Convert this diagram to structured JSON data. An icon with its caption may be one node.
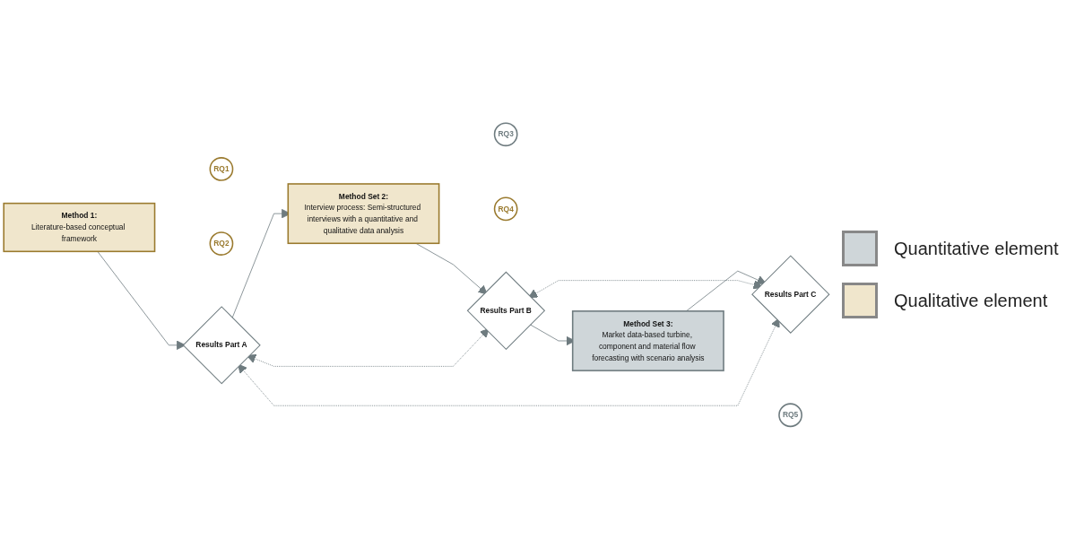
{
  "diagram": {
    "nodes": [
      {
        "text": [
          "Method 1:",
          "Literature-based conceptual framework"
        ]
      },
      {
        "text": [
          "RQ1"
        ]
      },
      {
        "text": [
          "RQ2"
        ]
      },
      {
        "text": [
          "Results Part A"
        ]
      },
      {
        "text": [
          "Method Set 2:",
          "Interview process: Semi-structured interviews with a quantitative and qualitative data analysis"
        ]
      },
      {
        "text": [
          "RQ3"
        ]
      },
      {
        "text": [
          "RQ4"
        ]
      },
      {
        "text": [
          "Results Part B"
        ]
      },
      {
        "text": [
          "Method Set 3:",
          "Market data-based turbine, component and material flow forecasting with scenario analysis"
        ]
      },
      {
        "text": [
          "RQ5"
        ]
      },
      {
        "text": [
          "Results Part C"
        ]
      }
    ],
    "edges": [
      {
        "from": 0,
        "to": 3,
        "arrow": "to"
      },
      {
        "from": 3,
        "to": 4,
        "arrow": "to"
      },
      {
        "from": 4,
        "to": 7,
        "arrow": "to"
      },
      {
        "from": 7,
        "to": 8,
        "arrow": "to"
      },
      {
        "from": 8,
        "to": 10,
        "arrow": "to"
      },
      {
        "from": 3,
        "to": 7,
        "arrow": "both",
        "style": "dashed"
      },
      {
        "from": 7,
        "to": 10,
        "arrow": "both",
        "style": "dashed"
      },
      {
        "from": 3,
        "to": 10,
        "arrow": "both",
        "style": "dashed"
      }
    ],
    "legend": [
      {
        "text": "Quantitative element",
        "color": "#cfd6d9"
      },
      {
        "text": "Qualitative element",
        "color": "#f0e6cc"
      }
    ]
  }
}
